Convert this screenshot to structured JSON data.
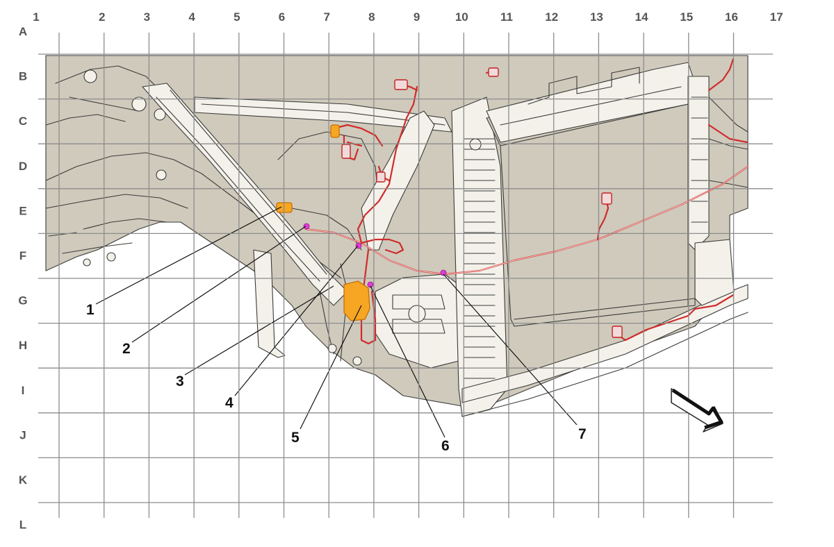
{
  "diagram": {
    "columns": [
      "1",
      "2",
      "3",
      "4",
      "5",
      "6",
      "7",
      "8",
      "9",
      "10",
      "11",
      "12",
      "13",
      "14",
      "15",
      "16",
      "17"
    ],
    "rows": [
      "A",
      "B",
      "C",
      "D",
      "E",
      "F",
      "G",
      "H",
      "I",
      "J",
      "K",
      "L"
    ],
    "callouts": [
      {
        "label": "1"
      },
      {
        "label": "2"
      },
      {
        "label": "3"
      },
      {
        "label": "4"
      },
      {
        "label": "5"
      },
      {
        "label": "6"
      },
      {
        "label": "7"
      }
    ],
    "colors": {
      "background_panel": "#cfcabc",
      "harness": "#d12b2b",
      "connector_orange": "#f6a623",
      "pin_magenta": "#e23dd6",
      "grid": "#8c8c8c"
    },
    "icons": [
      "front-direction-arrow-icon"
    ]
  }
}
